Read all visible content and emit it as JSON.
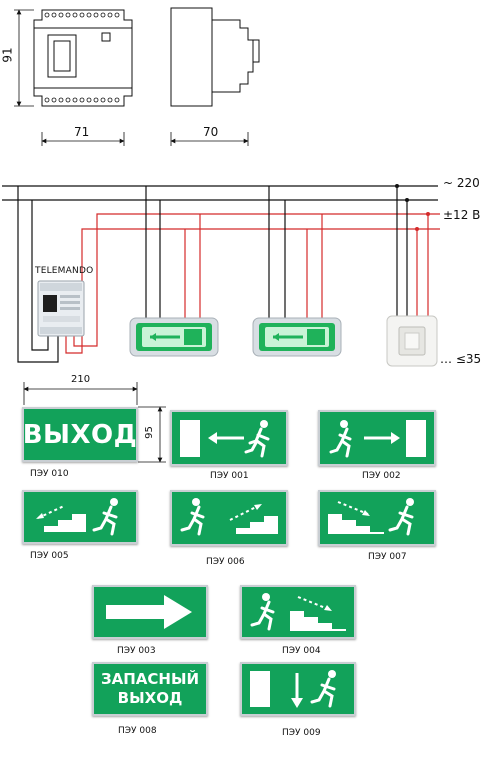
{
  "dimensions": {
    "height": "91",
    "width": "71",
    "depth": "70",
    "sign_width": "210",
    "sign_height": "95"
  },
  "wiring": {
    "ac_label": "~ 220",
    "dc_label": "±12 B",
    "max_label": "… ≤35",
    "controller_label": "TELEMANDO"
  },
  "signs": [
    {
      "id": "010",
      "caption": "ПЭУ 010",
      "text": "ВЫХОД"
    },
    {
      "id": "001",
      "caption": "ПЭУ 001"
    },
    {
      "id": "002",
      "caption": "ПЭУ 002"
    },
    {
      "id": "005",
      "caption": "ПЭУ 005"
    },
    {
      "id": "006",
      "caption": "ПЭУ 006"
    },
    {
      "id": "007",
      "caption": "ПЭУ 007"
    },
    {
      "id": "003",
      "caption": "ПЭУ 003"
    },
    {
      "id": "004",
      "caption": "ПЭУ 004"
    },
    {
      "id": "008",
      "caption": "ПЭУ 008",
      "text_line1": "ЗАПАСНЫЙ",
      "text_line2": "ВЫХОД"
    },
    {
      "id": "009",
      "caption": "ПЭУ 009"
    }
  ],
  "colors": {
    "sign_green": "#12a25a",
    "wire_black": "#111111",
    "wire_red": "#d42a2a"
  }
}
